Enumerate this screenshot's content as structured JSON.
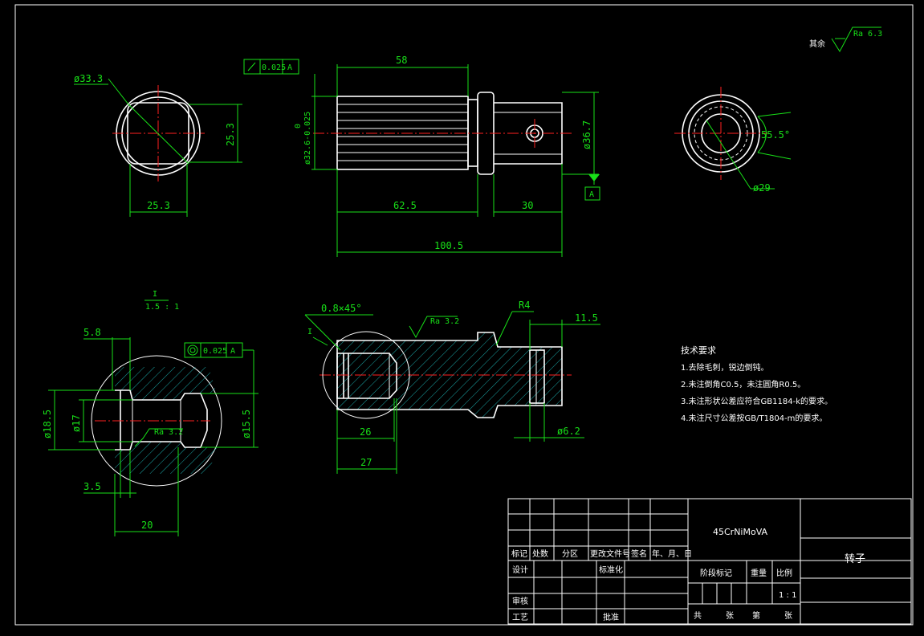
{
  "drawing": {
    "material": "45CrNiMoVA",
    "part_name": "转子",
    "roughness_other_label": "其余",
    "roughness_other": "Ra 6.3"
  },
  "dimensions": {
    "front_dia": "ø33.3",
    "square_h": "25.3",
    "square_w": "25.3",
    "main_len_58": "58",
    "main_dia": "ø32.6-0.025",
    "main_dia_upper": "0",
    "main_head_dia": "ø36.7",
    "len_62_5": "62.5",
    "len_30": "30",
    "len_total": "100.5",
    "right_angle": "55.5°",
    "right_dia": "ø29",
    "detail_scale_top": "I",
    "detail_scale_bot": "1.5 : 1",
    "detail_5_8": "5.8",
    "detail_18_5": "ø18.5",
    "detail_17": "ø17",
    "detail_15_5": "ø15.5",
    "detail_ra": "Ra 3.2",
    "detail_3_5": "3.5",
    "detail_20": "20",
    "section_chamfer": "0.8×45°",
    "section_ra": "Ra 3.2",
    "section_r4": "R4",
    "section_11_5": "11.5",
    "section_26": "26",
    "section_27": "27",
    "section_6_2": "ø6.2",
    "section_marker": "I"
  },
  "tolerances": {
    "runout_value": "0.025",
    "runout_datum": "A",
    "datum_label": "A",
    "concentric_value": "0.025",
    "concentric_datum": "A"
  },
  "notes": {
    "title": "技术要求",
    "items": [
      "1.去除毛刺，锐边倒钝。",
      "2.未注倒角C0.5，未注圆角R0.5。",
      "3.未注形状公差应符合GB1184-k的要求。",
      "4.未注尺寸公差按GB/T1804-m的要求。"
    ]
  },
  "title_block": {
    "col_marks": "标记",
    "col_count": "处数",
    "col_zone": "分区",
    "col_change_doc": "更改文件号",
    "col_sign": "签名",
    "col_date": "年、月、日",
    "design": "设计",
    "standardize": "标准化",
    "review": "审核",
    "process": "工艺",
    "approve": "批准",
    "stage_mark": "阶段标记",
    "weight": "重量",
    "scale": "比例",
    "scale_value": "1 : 1",
    "total": "共",
    "sheets": "张",
    "page": "第",
    "sheet2": "张"
  }
}
